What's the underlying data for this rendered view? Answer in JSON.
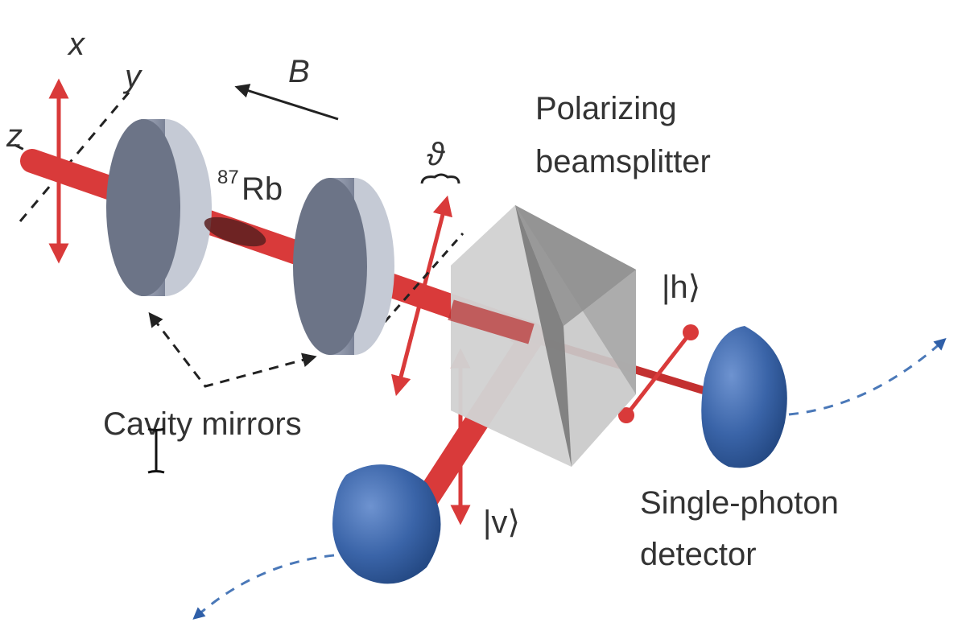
{
  "labels": {
    "axis_x": "x",
    "axis_y": "y",
    "axis_z": "z",
    "field": "B",
    "rb_mass": "87",
    "rb_symbol": "Rb",
    "theta": "ϑ",
    "pbs_line1": "Polarizing",
    "pbs_line2": "beamsplitter",
    "state_h": "|h⟩",
    "state_v": "|v⟩",
    "cavity_mirrors": "Cavity mirrors",
    "detector_line1": "Single-photon",
    "detector_line2": "detector"
  },
  "colors": {
    "beam": "#d93a3a",
    "beam_dark": "#b32a2a",
    "mirror": "#8e96a8",
    "mirror_dark": "#6c7487",
    "detector": "#3a64a8",
    "cube": "#bfbfbf",
    "arrow_dashed": "#4a78b8",
    "text": "#333333"
  },
  "icons": {
    "cursor": "text-cursor-icon"
  }
}
